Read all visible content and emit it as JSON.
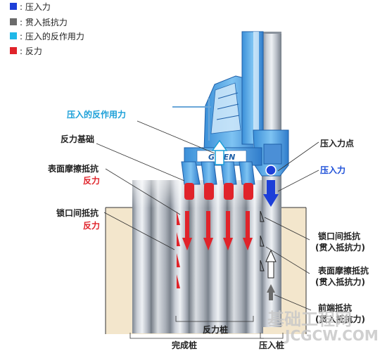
{
  "legend": [
    {
      "label": ": 压入力",
      "color": "#1d3fd8"
    },
    {
      "label": ": 贯入抵抗力",
      "color": "#6b6b6b"
    },
    {
      "label": ": 压入的反作用力",
      "color": "#1fb8e8"
    },
    {
      "label": ": 反力",
      "color": "#e0232a"
    }
  ],
  "labels": {
    "reaction_of_press": "压入的反作用力",
    "reaction_base": "反力基础",
    "surface_friction": "表面摩擦抵抗",
    "reaction_1": "反力",
    "lock_resist": "锁口间抵抗",
    "reaction_2": "反力",
    "press_point": "压入力点",
    "press_force": "压入力",
    "lock_resist_r": "锁口间抵抗",
    "lock_resist_r_sub": "(贯入抵抗力)",
    "surface_friction_r": "表面摩擦抵抗",
    "surface_friction_r_sub": "(贯入抵抗力)",
    "tip_resist": "前端抵抗",
    "tip_resist_sub": "(贯入抵抗力)",
    "reaction_pile": "反力桩",
    "finished_pile": "完成桩",
    "press_pile": "压入桩"
  },
  "machine": {
    "brand": "GIKEN"
  },
  "watermark": {
    "cn": "基础工程网",
    "url": "JCGCW.COM"
  }
}
